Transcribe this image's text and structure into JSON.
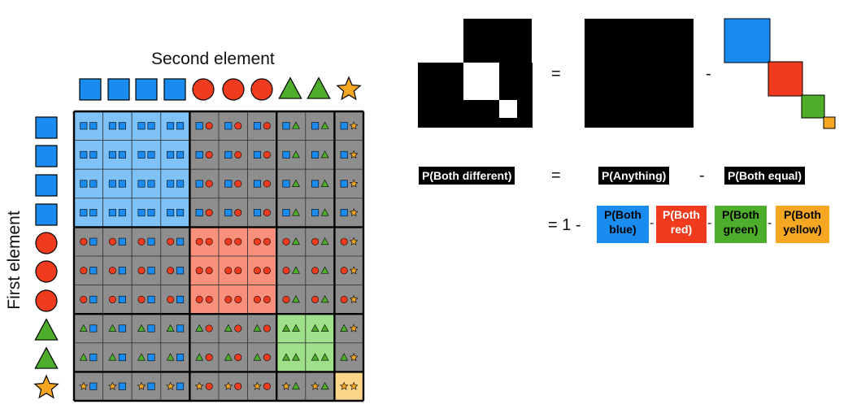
{
  "labels": {
    "second_element": "Second element",
    "first_element": "First element"
  },
  "elements": [
    "blue-square",
    "blue-square",
    "blue-square",
    "blue-square",
    "red-circle",
    "red-circle",
    "red-circle",
    "green-triangle",
    "green-triangle",
    "orange-star"
  ],
  "group_colors": {
    "blue": "#1a8cf0",
    "red": "#f03b1e",
    "green": "#4cae2a",
    "orange": "#f5a623",
    "grid_gray": "#8e8e8e",
    "blue_cell": "#7ec2f8",
    "red_cell": "#f8907c",
    "green_cell": "#9fe08a",
    "orange_cell": "#fcd58a"
  },
  "equation": {
    "equals": "=",
    "minus": "-",
    "p_both_different": "P(Both different)",
    "p_anything": "P(Anything)",
    "p_both_equal": "P(Both equal)",
    "one_minus": "= 1 -",
    "p_blue": [
      "P(Both",
      "blue)"
    ],
    "p_red": [
      "P(Both",
      "red)"
    ],
    "p_green": [
      "P(Both",
      "green)"
    ],
    "p_yellow": [
      "P(Both",
      "yellow)"
    ]
  }
}
